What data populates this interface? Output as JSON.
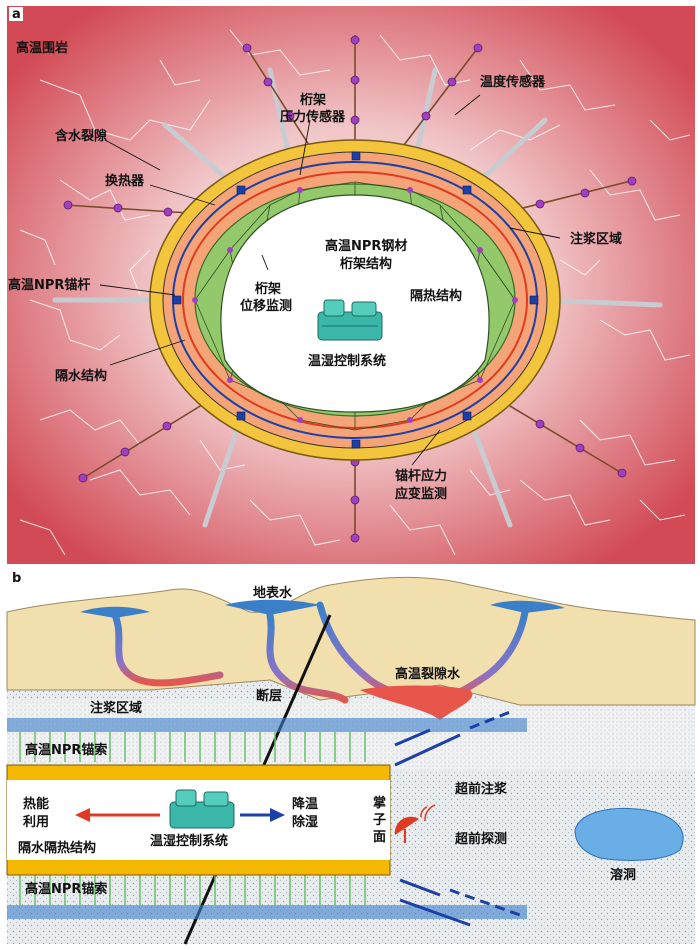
{
  "panel_a": {
    "letter": "a",
    "labels": {
      "high_temp_rock": "高温围岩",
      "water_fissure": "含水裂隙",
      "temp_sensor": "温度传感器",
      "truss_pressure_1": "桁架",
      "truss_pressure_2": "压力传感器",
      "heat_exchanger": "换热器",
      "grouting_zone": "注浆区域",
      "npr_truss_1": "高温NPR钢材",
      "npr_truss_2": "桁架结构",
      "npr_anchor": "高温NPR锚杆",
      "truss_disp_1": "桁架",
      "truss_disp_2": "位移监测",
      "insulation": "隔热结构",
      "hvac": "温湿控制系统",
      "waterproof": "隔水结构",
      "bolt_stress_1": "锚杆应力",
      "bolt_stress_2": "应变监测"
    }
  },
  "panel_b": {
    "letter": "b",
    "labels": {
      "surface_water": "地表水",
      "hot_fissure_water": "高温裂隙水",
      "fault": "断层",
      "grouting_zone": "注浆区域",
      "npr_cable_top": "高温NPR锚索",
      "heat_use_1": "热能",
      "heat_use_2": "利用",
      "cool_1": "降温",
      "cool_2": "除湿",
      "hvac": "温湿控制系统",
      "face_1": "掌",
      "face_2": "子",
      "face_3": "面",
      "advance_grout": "超前注浆",
      "advance_probe": "超前探测",
      "insulation_waterproof": "隔水隔热结构",
      "karst_cave": "溶洞",
      "npr_cable_bottom": "高温NPR锚索"
    }
  },
  "colors": {
    "rock_red": "#d9505a",
    "rock_light": "#f3d7d7",
    "grout_yellow": "#f2c53d",
    "insulation_orange": "#f4a476",
    "npr_green": "#93c96b",
    "cable_blue": "#1c3fa8",
    "pipe_red": "#e03a22",
    "water_blue": "#3b7fc9",
    "hot_water": "#e8554a",
    "sand": "#f2dfae",
    "tunnel_yellow": "#f5b800"
  }
}
